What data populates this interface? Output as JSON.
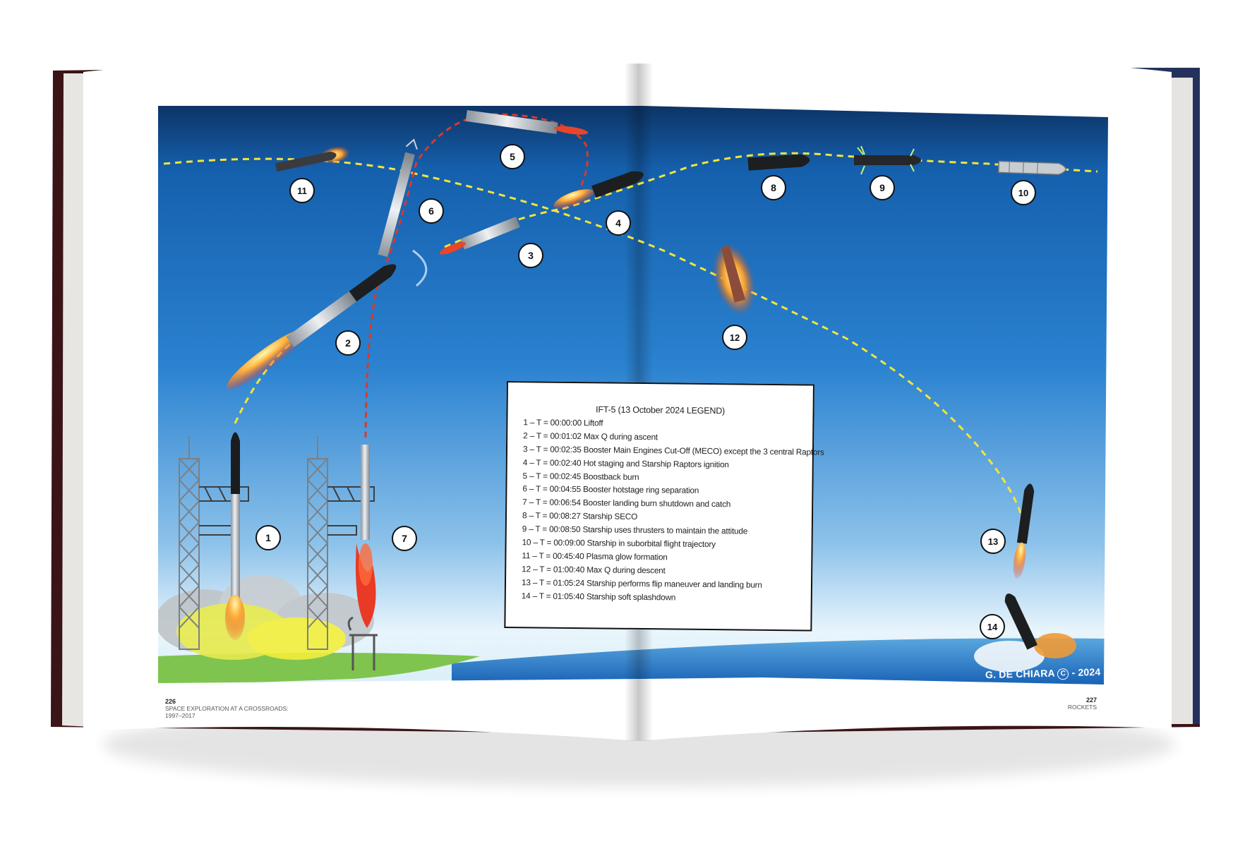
{
  "legend": {
    "title": "IFT-5 (13 October 2024 LEGEND)",
    "items": [
      "1 – T = 00:00:00 Liftoff",
      "2 – T = 00:01:02 Max Q during ascent",
      "3 – T = 00:02:35 Booster Main Engines Cut-Off (MECO) except the 3 central Raptors",
      "4 – T = 00:02:40 Hot staging and Starship Raptors ignition",
      "5 – T = 00:02:45 Boostback burn",
      "6 – T = 00:04:55 Booster hotstage ring separation",
      "7 – T = 00:06:54 Booster landing burn shutdown and catch",
      "8 – T = 00:08:27 Starship SECO",
      "9 – T = 00:08:50 Starship uses thrusters to maintain the attitude",
      "10 – T = 00:09:00 Starship in suborbital flight trajectory",
      "11 – T = 00:45:40 Plasma glow formation",
      "12 – T = 01:00:40 Max Q during descent",
      "13 – T = 01:05:24 Starship performs flip maneuver and landing burn",
      "14 – T = 01:05:40 Starship soft splashdown"
    ]
  },
  "markers": [
    "1",
    "2",
    "3",
    "4",
    "5",
    "6",
    "7",
    "8",
    "9",
    "10",
    "11",
    "12",
    "13",
    "14"
  ],
  "credit": {
    "name": "G. DE CHIARA",
    "symbol": "C",
    "year": "- 2024"
  },
  "folio_left": {
    "page": "226",
    "line1": "SPACE EXPLORATION AT A CROSSROADS:",
    "line2": "1997–2017"
  },
  "folio_right": {
    "page": "227",
    "section": "ROCKETS"
  },
  "colors": {
    "sky_top": "#0b2f5c",
    "sky_mid": "#1e74c8",
    "horizon": "#e6f4fb",
    "trajectory": "#f2e53a",
    "booster_path": "#d83a2a"
  }
}
